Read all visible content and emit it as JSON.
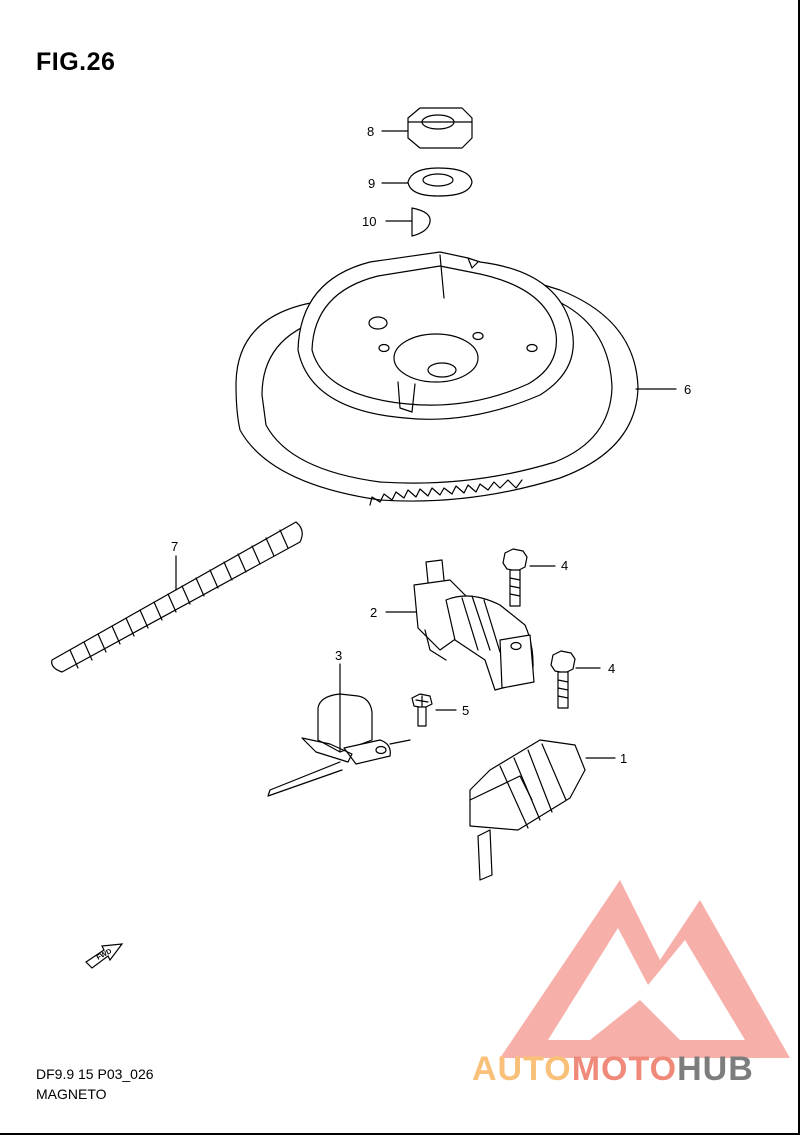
{
  "figure": {
    "title": "FIG.26"
  },
  "footer": {
    "code": "DF9.9 15 P03_026",
    "name": "MAGNETO"
  },
  "callouts": {
    "c1": "1",
    "c2": "2",
    "c3": "3",
    "c4a": "4",
    "c4b": "4",
    "c5": "5",
    "c6": "6",
    "c7": "7",
    "c8": "8",
    "c9": "9",
    "c10": "10"
  },
  "fwd_label": "FWD",
  "watermark": {
    "part1": "AUTO",
    "part2": "MOTO",
    "part3": "HUB",
    "colors": {
      "auto": "#f9c07a",
      "moto": "#ef8a7a",
      "hub": "#7d7d7d",
      "logo": "#f4a19a"
    }
  }
}
